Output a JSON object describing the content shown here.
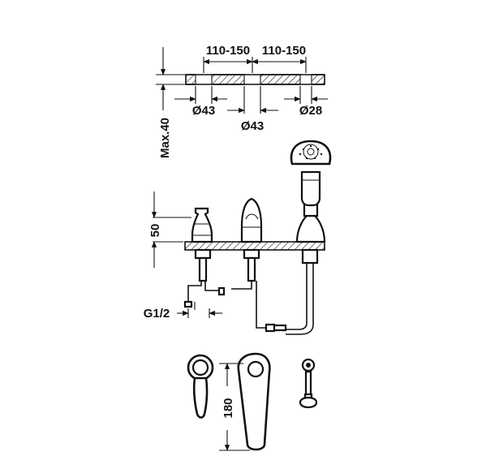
{
  "drawing": {
    "dimensions": {
      "spacing_left": "110-150",
      "spacing_right": "110-150",
      "hole_left": "Ø43",
      "hole_center": "Ø43",
      "hole_right": "Ø28",
      "deck_thickness": "Max.40",
      "height": "50",
      "thread": "G1/2",
      "length": "180"
    },
    "colors": {
      "line": "#111111",
      "background": "#ffffff"
    }
  }
}
